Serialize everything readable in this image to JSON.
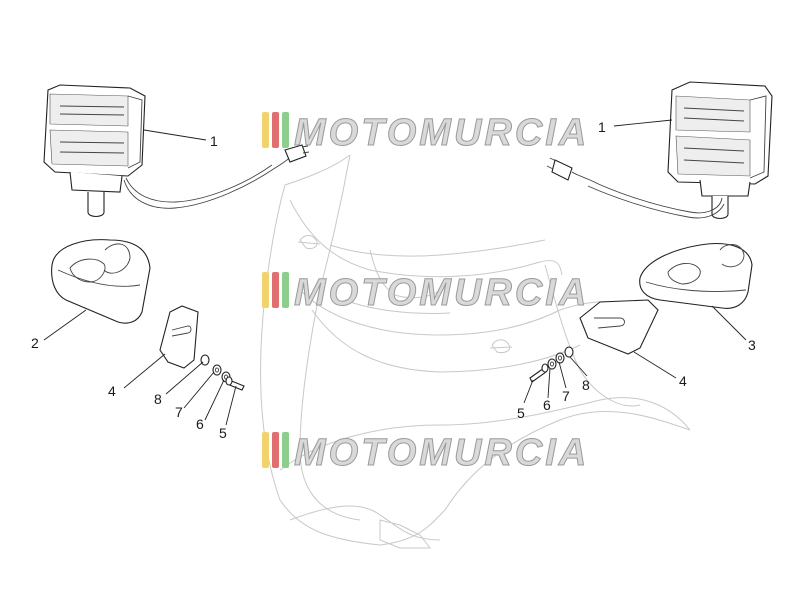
{
  "diagram": {
    "watermark_text": "MOTOMURCIA",
    "watermark_colors": {
      "stripe_yellow": "#f2d36b",
      "stripe_red": "#e07070",
      "stripe_green": "#8ccf8c",
      "text_fill": "#d9d9d9",
      "text_stroke": "#9a9a9a"
    },
    "callouts": [
      {
        "id": "c1-left",
        "label": "1"
      },
      {
        "id": "c1-right",
        "label": "1"
      },
      {
        "id": "c2",
        "label": "2"
      },
      {
        "id": "c3",
        "label": "3"
      },
      {
        "id": "c4-left",
        "label": "4"
      },
      {
        "id": "c4-right",
        "label": "4"
      },
      {
        "id": "c8-left",
        "label": "8"
      },
      {
        "id": "c7-left",
        "label": "7"
      },
      {
        "id": "c6-left",
        "label": "6"
      },
      {
        "id": "c5-left",
        "label": "5"
      },
      {
        "id": "c5-right",
        "label": "5"
      },
      {
        "id": "c6-right",
        "label": "6"
      },
      {
        "id": "c7-right",
        "label": "7"
      },
      {
        "id": "c8-right",
        "label": "8"
      }
    ]
  }
}
